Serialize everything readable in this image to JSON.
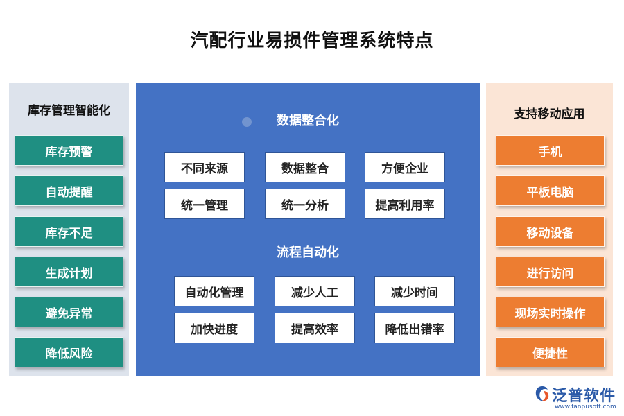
{
  "title": "汽配行业易损件管理系统特点",
  "left_panel": {
    "title": "库存管理智能化",
    "items": [
      "库存预警",
      "自动提醒",
      "库存不足",
      "生成计划",
      "避免异常",
      "降低风险"
    ]
  },
  "middle_panel": {
    "section1": {
      "title": "数据整合化",
      "items": [
        "不同来源",
        "数据整合",
        "方便企业",
        "统一管理",
        "统一分析",
        "提高利用率"
      ]
    },
    "section2": {
      "title": "流程自动化",
      "items": [
        "自动化管理",
        "减少人工",
        "减少时间",
        "加快进度",
        "提高效率",
        "降低出错率"
      ]
    }
  },
  "right_panel": {
    "title": "支持移动应用",
    "items": [
      "手机",
      "平板电脑",
      "移动设备",
      "进行访问",
      "现场实时操作",
      "便捷性"
    ]
  },
  "logo": {
    "name": "泛普软件",
    "url": "www.fanpusoft.com",
    "icon": "fanpu-logo-icon"
  },
  "colors": {
    "left_item_bg": "#1f8f82",
    "middle_bg": "#4472c4",
    "right_item_bg": "#ed7d31",
    "left_panel_bg": "#dde3ec",
    "right_panel_bg": "#fbe5d6"
  }
}
